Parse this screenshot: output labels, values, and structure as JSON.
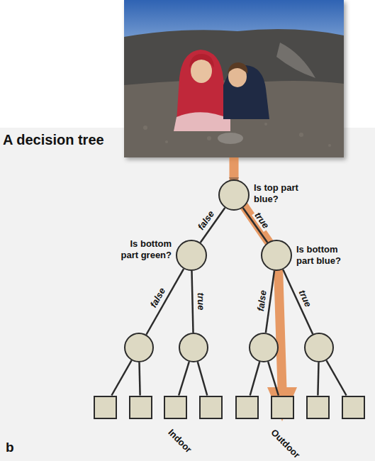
{
  "diagram": {
    "title": "A decision tree",
    "nodes": [
      {
        "text": [
          "Is top part blue?"
        ]
      },
      {
        "text": [
          "Is bottom part green?"
        ]
      },
      {
        "text": [
          "Is bottom part blue?"
        ]
      },
      {
        "text": []
      },
      {
        "text": []
      },
      {
        "text": []
      },
      {
        "text": []
      },
      {
        "text": []
      },
      {
        "text": []
      },
      {
        "text": [
          "Indoor"
        ]
      },
      {
        "text": []
      },
      {
        "text": []
      },
      {
        "text": [
          "Outdoor"
        ]
      },
      {
        "text": []
      },
      {
        "text": []
      }
    ],
    "edges": [
      {
        "from": 0,
        "to": 1,
        "arrow": "none",
        "label": "false"
      },
      {
        "from": 0,
        "to": 2,
        "arrow": "none",
        "label": "true"
      },
      {
        "from": 1,
        "to": 3,
        "arrow": "none",
        "label": "false"
      },
      {
        "from": 1,
        "to": 4,
        "arrow": "none",
        "label": "true"
      },
      {
        "from": 2,
        "to": 5,
        "arrow": "none",
        "label": "false"
      },
      {
        "from": 2,
        "to": 6,
        "arrow": "none",
        "label": "true"
      },
      {
        "from": 3,
        "to": 7,
        "arrow": "none"
      },
      {
        "from": 3,
        "to": 8,
        "arrow": "none"
      },
      {
        "from": 4,
        "to": 9,
        "arrow": "none"
      },
      {
        "from": 4,
        "to": 10,
        "arrow": "none"
      },
      {
        "from": 5,
        "to": 11,
        "arrow": "none"
      },
      {
        "from": 5,
        "to": 12,
        "arrow": "none"
      },
      {
        "from": 6,
        "to": 13,
        "arrow": "none"
      },
      {
        "from": 6,
        "to": 14,
        "arrow": "none"
      }
    ],
    "labels": [
      "b"
    ]
  }
}
